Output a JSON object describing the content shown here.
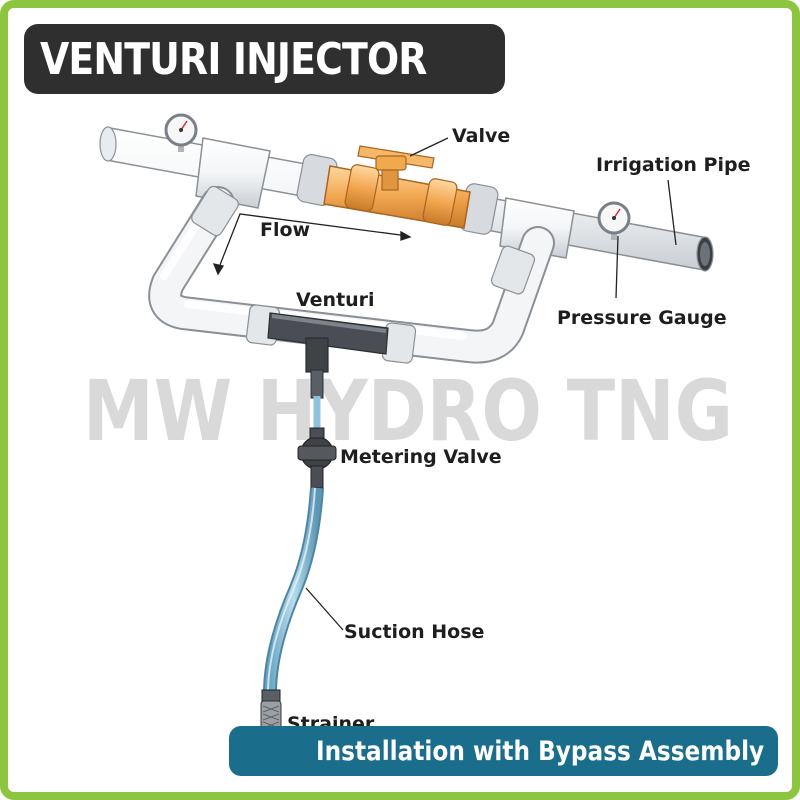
{
  "title": "VENTURI INJECTOR",
  "watermark": "MW HYDRO TNG",
  "labels": {
    "valve": "Valve",
    "irrigation_pipe": "Irrigation Pipe",
    "flow": "Flow",
    "venturi": "Venturi",
    "pressure_gauge": "Pressure Gauge",
    "metering_valve": "Metering Valve",
    "suction_hose": "Suction Hose",
    "strainer": "Strainer"
  },
  "footer": "Installation with Bypass Assembly",
  "colors": {
    "border": "#8cc63f",
    "title_bg": "#2f2f2f",
    "footer_bg": "#1a6e8c",
    "pipe": "#eef1f4",
    "valve": "#f0a94e",
    "hose": "#8fc3dc",
    "venturi": "#4a4e54"
  }
}
